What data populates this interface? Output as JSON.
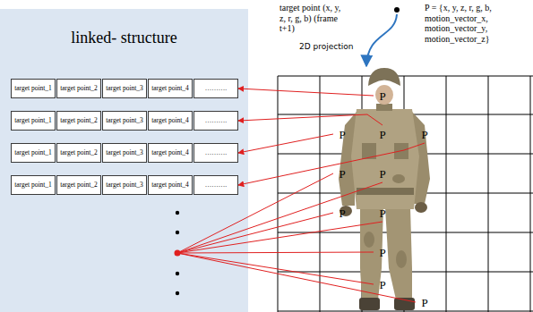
{
  "diagram": {
    "nodes": [
      {
        "text": [
          "linked- structure"
        ]
      },
      {
        "text": [
          "target point_1"
        ],
        "in": 0
      },
      {
        "text": [
          "target point_2"
        ],
        "in": 0
      },
      {
        "text": [
          "target point_3"
        ],
        "in": 0
      },
      {
        "text": [
          "target point_4"
        ],
        "in": 0
      },
      {
        "text": [
          "………."
        ],
        "in": 0
      },
      {
        "text": [
          "target point_1"
        ],
        "in": 0
      },
      {
        "text": [
          "target point_2"
        ],
        "in": 0
      },
      {
        "text": [
          "target point_3"
        ],
        "in": 0
      },
      {
        "text": [
          "target point_4"
        ],
        "in": 0
      },
      {
        "text": [
          "………."
        ],
        "in": 0
      },
      {
        "text": [
          "target point_1"
        ],
        "in": 0
      },
      {
        "text": [
          "target point_2"
        ],
        "in": 0
      },
      {
        "text": [
          "target point_3"
        ],
        "in": 0
      },
      {
        "text": [
          "target point_4"
        ],
        "in": 0
      },
      {
        "text": [
          "………."
        ],
        "in": 0
      },
      {
        "text": [
          "target point_1"
        ],
        "in": 0
      },
      {
        "text": [
          "target point_2"
        ],
        "in": 0
      },
      {
        "text": [
          "target point_3"
        ],
        "in": 0
      },
      {
        "text": [
          "target point_4"
        ],
        "in": 0
      },
      {
        "text": [
          "………."
        ],
        "in": 0
      },
      {
        "text": [
          "P"
        ]
      },
      {
        "text": [
          "P"
        ]
      },
      {
        "text": [
          "P"
        ]
      },
      {
        "text": [
          "P"
        ]
      },
      {
        "text": [
          "P"
        ]
      },
      {
        "text": [
          "P"
        ]
      },
      {
        "text": [
          "P"
        ]
      },
      {
        "text": [
          "P"
        ]
      },
      {
        "text": [
          "P"
        ]
      },
      {
        "text": [
          "P"
        ]
      },
      {
        "text": [
          "P"
        ]
      }
    ],
    "edges": [
      {
        "from": 21,
        "to": 5,
        "arrow": "to"
      },
      {
        "from": 23,
        "to": 10,
        "arrow": "to"
      },
      {
        "from": 22,
        "to": 15,
        "arrow": "to"
      },
      {
        "from": 24,
        "to": 20,
        "arrow": "to"
      }
    ],
    "labels": [
      "target point (x, y, z, r, g, b) (frame t+1)",
      "2D projection",
      "P = {x, y, z, r, g, b, motion_vector_x, motion_vector_y, motion_vector_z}"
    ]
  }
}
